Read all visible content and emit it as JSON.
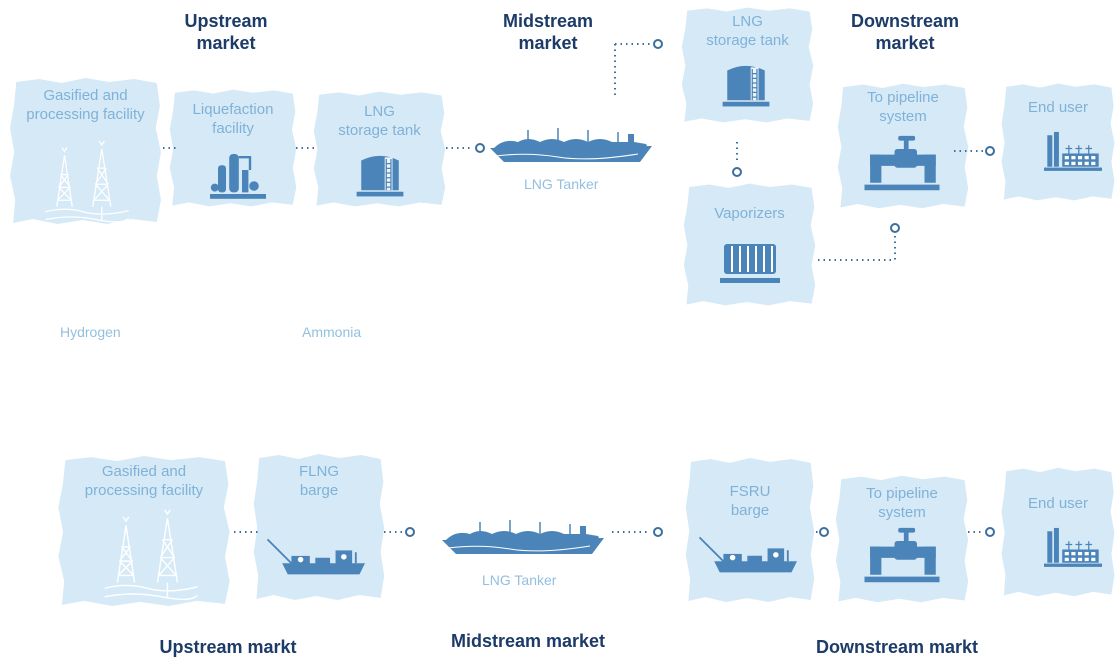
{
  "top": {
    "headers": {
      "upstream": "Upstream\nmarket",
      "midstream": "Midstream\nmarket",
      "downstream": "Downstream\nmarket"
    },
    "nodes": {
      "gasified": "Gasified and\nprocessing facility",
      "liquefaction": "Liquefaction\nfacility",
      "storage1": "LNG\nstorage tank",
      "storage2": "LNG\nstorage tank",
      "vaporizers": "Vaporizers",
      "pipeline": "To pipeline\nsystem",
      "enduser": "End user"
    },
    "tanker_label": "LNG Tanker",
    "extras": {
      "hydrogen": "Hydrogen",
      "ammonia": "Ammonia"
    }
  },
  "bottom": {
    "headers": {
      "upstream": "Upstream markt",
      "midstream": "Midstream market",
      "downstream": "Downstream markt"
    },
    "nodes": {
      "gasified": "Gasified and\nprocessing facility",
      "flng": "FLNG\nbarge",
      "fsru": "FSRU\nbarge",
      "pipeline": "To pipeline\nsystem",
      "enduser": "End user"
    },
    "tanker_label": "LNG Tanker"
  },
  "colors": {
    "blob": "#d6e9f7",
    "icon": "#4a84b8",
    "heading": "#1c3b68",
    "label": "#7fb2d8",
    "connector": "#3a6f9e"
  },
  "icons": [
    "gas-well-icon",
    "liquefaction-plant-icon",
    "storage-tank-icon",
    "lng-tanker-icon",
    "radiator-icon",
    "pipeline-valve-icon",
    "factory-icon",
    "barge-icon"
  ]
}
